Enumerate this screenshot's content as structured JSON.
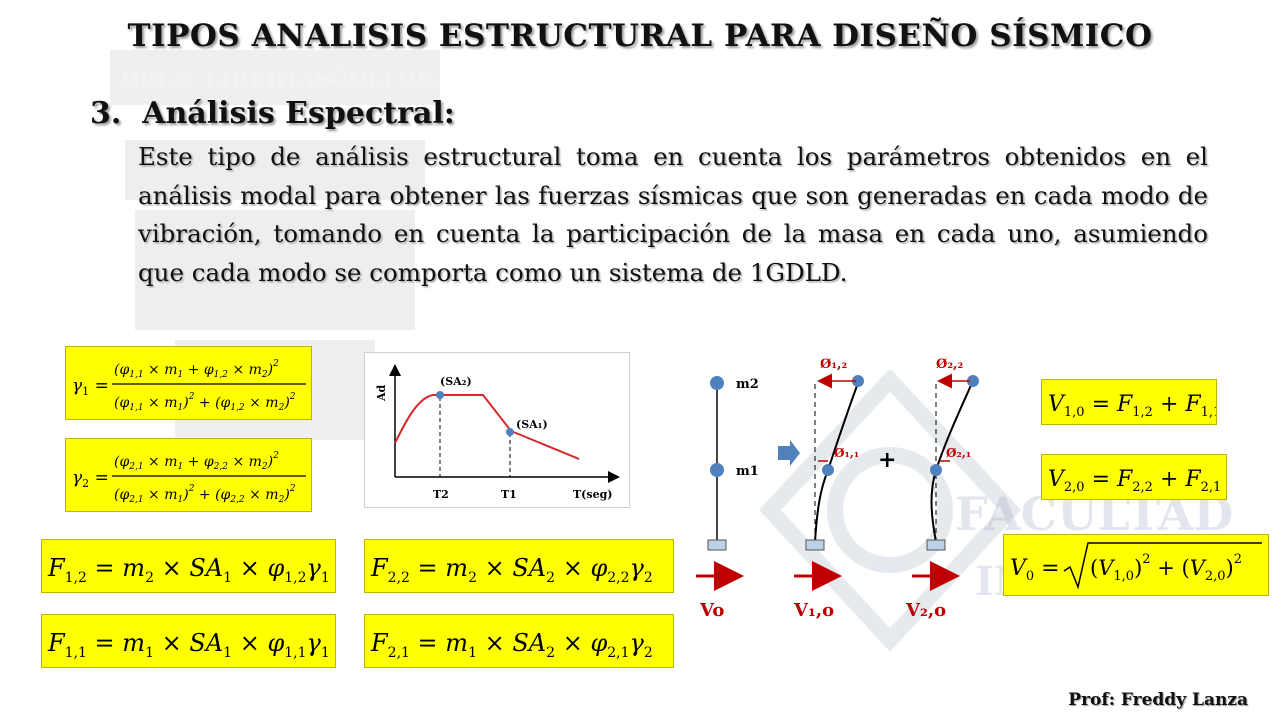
{
  "title": "TIPOS ANALISIS ESTRUCTURAL PARA DISEÑO SÍSMICO",
  "section": {
    "number": "3.",
    "heading": "Análisis Espectral:"
  },
  "paragraph": "Este tipo de análisis estructural toma en cuenta los parámetros obtenidos en el análisis modal para obtener las fuerzas sísmicas que son generadas en cada modo de vibración, tomando en cuenta la participación de la masa en cada uno, asumiendo que cada modo se comporta como un sistema de 1GDLD.",
  "watermark": {
    "motto": [
      "DEUS",
      "LIBERTAS",
      "CULTURA"
    ],
    "faculty": [
      "FACULTAD",
      "INGENIERIA"
    ]
  },
  "spectrum": {
    "y_label": "Ad",
    "x_label": "T(seg)",
    "points": [
      "(SA₂)",
      "(SA₁)"
    ],
    "ticks": [
      "T2",
      "T1"
    ]
  },
  "modes": {
    "masses": [
      "m2",
      "m1"
    ],
    "mode1_top": "Ø₁,₂",
    "mode1_bottom": "Ø₁,₁",
    "mode2_top": "Ø₂,₂",
    "mode2_bottom": "Ø₂,₁",
    "plus": "+",
    "shears": [
      "Vo",
      "V₁,o",
      "V₂,o"
    ]
  },
  "colors": {
    "formula_bg": "#ffff00",
    "accent_red": "#c00000",
    "node_blue": "#4f81bd"
  },
  "credit": "Prof: Freddy Lanza"
}
